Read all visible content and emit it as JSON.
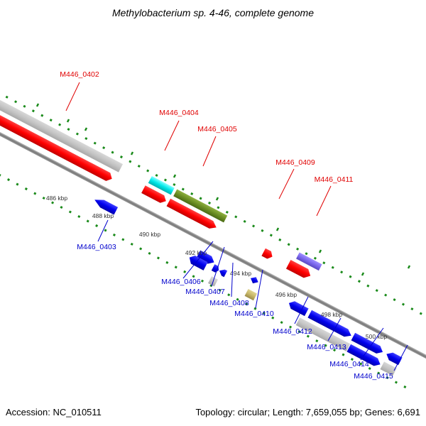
{
  "title": "Methylobacterium sp. 4-46, complete genome",
  "footer": {
    "accession": "Accession: NC_010511",
    "summary": "Topology: circular; Length: 7,659,055 bp; Genes: 6,691"
  },
  "colors": {
    "top_label": "#e00000",
    "bottom_label": "#0000cc",
    "tick_dots": "#1a8a1a",
    "backbone": "#777777"
  },
  "tick_labels": [
    "486 kbp",
    "488 kbp",
    "490 kbp",
    "492 kbp",
    "494 kbp",
    "496 kbp",
    "498 kbp",
    "500 kbp"
  ],
  "genes_top": [
    {
      "name": "M446_0402",
      "color": "#ff0000"
    },
    {
      "name": "M446_0404",
      "color": "#00e0e0"
    },
    {
      "name": "M446_0405",
      "color": "#6b8e23"
    },
    {
      "name": "M446_0409",
      "color": "#ff0000"
    },
    {
      "name": "M446_0411",
      "color": "#7b68ee"
    }
  ],
  "genes_bottom": [
    {
      "name": "M446_0403",
      "color": "#0000ff"
    },
    {
      "name": "M446_0406",
      "color": "#0000ff"
    },
    {
      "name": "M446_0407",
      "color": "#0000ff"
    },
    {
      "name": "M446_0408",
      "color": "#bbbbbb"
    },
    {
      "name": "M446_0410",
      "color": "#c8b86a"
    },
    {
      "name": "M446_0412",
      "color": "#0000ff"
    },
    {
      "name": "M446_0413",
      "color": "#bbbbbb"
    },
    {
      "name": "M446_0414",
      "color": "#0000ff"
    },
    {
      "name": "M446_0415",
      "color": "#bbbbbb"
    }
  ]
}
